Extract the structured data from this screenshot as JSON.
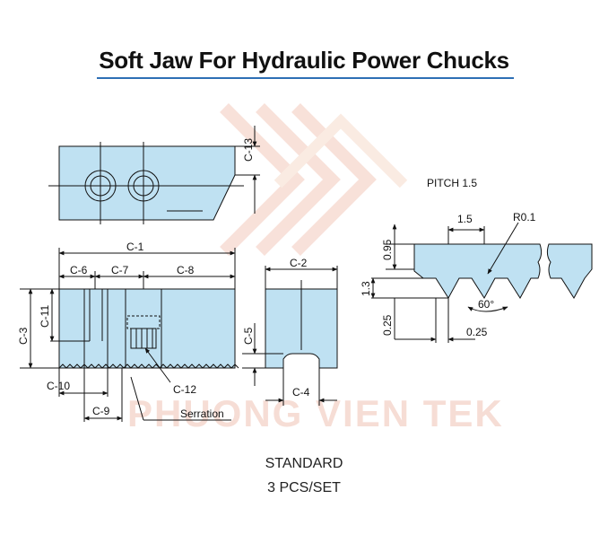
{
  "title": "Soft Jaw For Hydraulic Power Chucks",
  "watermark_text": "PHUONG VIEN TEK",
  "dimension_labels": {
    "c1": "C-1",
    "c2": "C-2",
    "c3": "C-3",
    "c4": "C-4",
    "c5": "C-5",
    "c6": "C-6",
    "c7": "C-7",
    "c8": "C-8",
    "c9": "C-9",
    "c10": "C-10",
    "c11": "C-11",
    "c12": "C-12",
    "c13": "C-13"
  },
  "serration_label": "Serration",
  "pitch_detail": {
    "title": "PITCH 1.5",
    "pitch": "1.5",
    "radius": "R0.1",
    "height_top": "0.95",
    "height_mid": "1.3",
    "height_low": "0.25",
    "offset": "0.25",
    "angle": "60°"
  },
  "caption": {
    "line1": "STANDARD",
    "line2": "3 PCS/SET"
  },
  "colors": {
    "part_fill": "#bfe1f2",
    "line": "#111111",
    "title_rule": "#2e6fb5",
    "watermark": "#f6ddd5"
  }
}
